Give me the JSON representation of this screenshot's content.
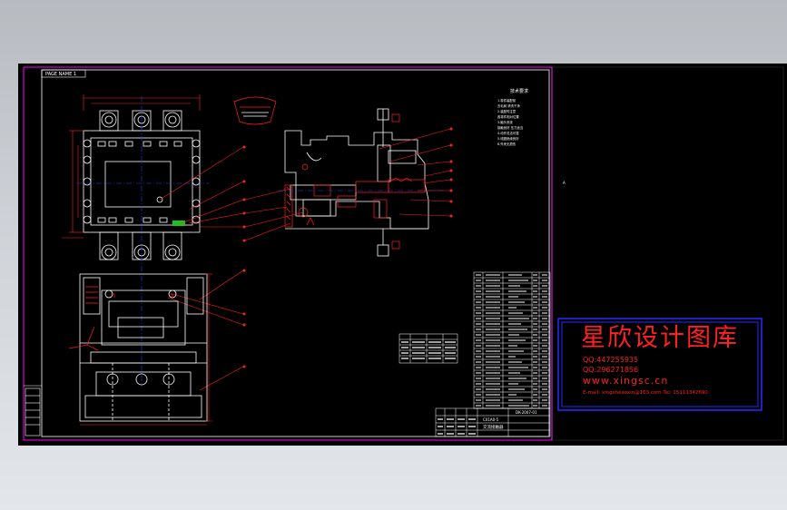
{
  "sheet": {
    "border_tag": "PAGE NAME 1",
    "drawing_number": "DK-2007-01",
    "drawing_title": "交流接触器",
    "company_label": "C01A0-5"
  },
  "notes": {
    "heading": "技术要求",
    "lines": [
      "1.零件装配前",
      "  去毛刺 清洗干净",
      "2.装配时注意",
      "  各零件相对位置",
      "3.触头系统",
      "  接触良好 压力适当",
      "4.动作灵活可靠",
      "5.线圈绝缘良好",
      "6.外壳无损伤"
    ]
  },
  "watermark": {
    "title": "星欣设计图库",
    "qq1": "QQ:447255935",
    "qq2": "QQ:296271856",
    "site": "www.xingsc.cn",
    "contact": "E-mail: xingsheaoxin@163.com  Tel: 15111342690"
  },
  "colors": {
    "paper": "#000000",
    "frame": "#ff00ff",
    "line_white": "#ffffff",
    "line_red": "#ff2020",
    "line_blue": "#2040ff",
    "line_green": "#20c020",
    "watermark_border": "#2a2aff"
  }
}
